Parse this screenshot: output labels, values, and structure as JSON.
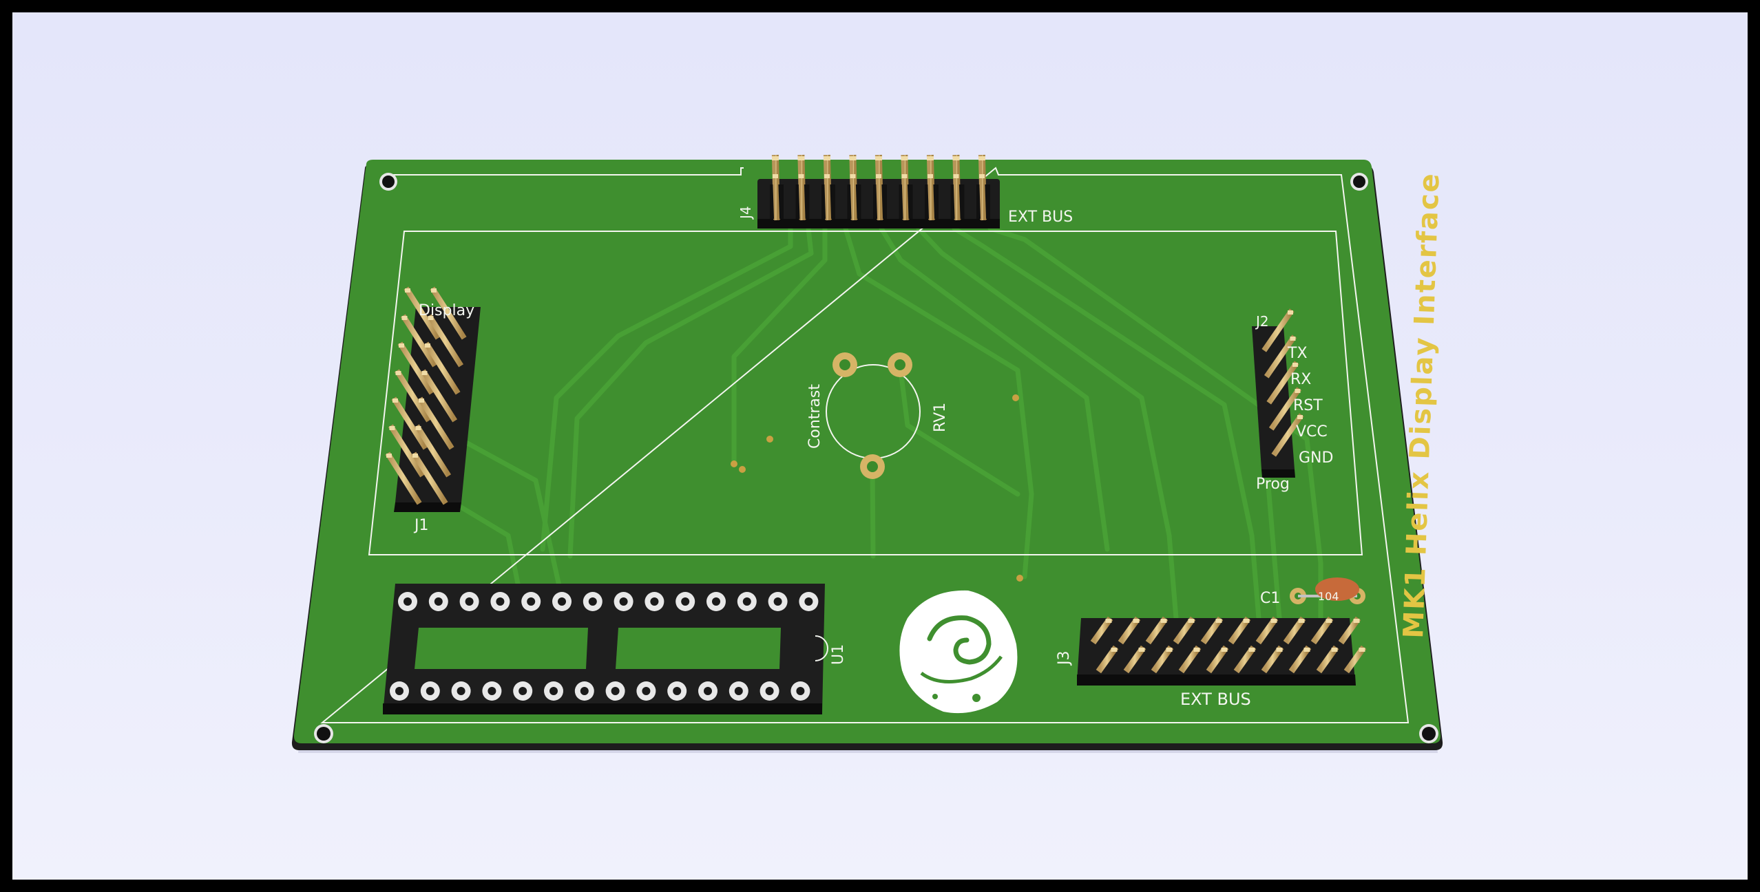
{
  "board": {
    "title": "MK1 Helix Display Interface",
    "colors": {
      "solder_mask": "#3f8f2f",
      "silkscreen": "#f4f6f0",
      "gold": "#d6b466",
      "header_plastic": "#1c1c1c",
      "title_silk": "#e3c544"
    }
  },
  "components": {
    "j4": {
      "ref": "J4",
      "label": "EXT BUS",
      "pins": 9
    },
    "j3": {
      "ref": "J3",
      "label": "EXT BUS",
      "pins_per_row": 10
    },
    "j1": {
      "ref": "J1",
      "label": "Display",
      "pins_per_row": 7
    },
    "j2": {
      "ref": "J2",
      "label": "Prog",
      "pins": [
        "TX",
        "RX",
        "RST",
        "VCC",
        "GND"
      ]
    },
    "rv1": {
      "ref": "RV1",
      "label": "Contrast"
    },
    "u1": {
      "ref": "U1",
      "pins_per_row": 14
    },
    "c1": {
      "ref": "C1",
      "value": "104"
    }
  },
  "logo": {
    "icon": "snail-shell-logo-icon"
  }
}
